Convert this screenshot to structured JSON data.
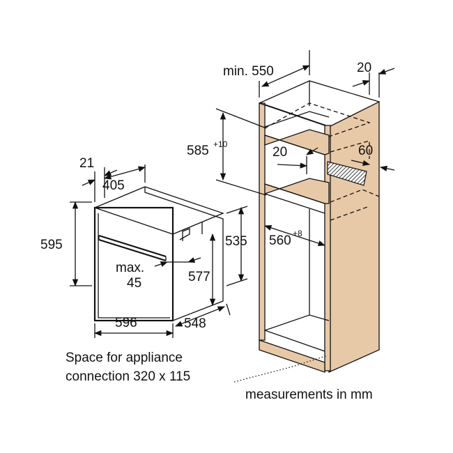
{
  "dimensions": {
    "d_21": "21",
    "d_405": "405",
    "d_595": "595",
    "d_max": "max.",
    "d_45": "45",
    "d_577": "577",
    "d_535": "535",
    "d_596": "596",
    "d_548": "548",
    "d_min550": "min. 550",
    "d_20_top": "20",
    "d_585": "585",
    "d_585_sup": "+10",
    "d_20_inner": "20",
    "d_60": "60",
    "d_560": "560",
    "d_560_sup": "+8"
  },
  "notes": {
    "space_line1": "Space for appliance",
    "space_line2": "connection 320 x 115",
    "units": "measurements in mm"
  },
  "colors": {
    "cabinet_wood": "#e8c9a7",
    "line": "#111111"
  }
}
